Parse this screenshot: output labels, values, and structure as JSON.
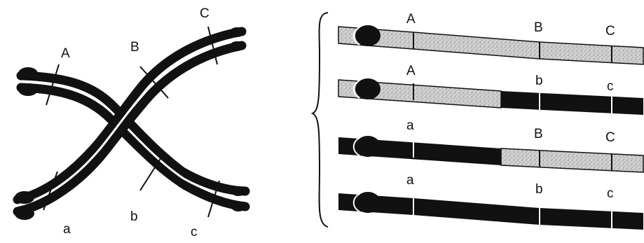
{
  "colors": {
    "dark": "#111111",
    "light_fill": "#d2d2d2",
    "light_fill_alt": "#c4c4c4"
  },
  "crossover": {
    "upper_labels": [
      "A",
      "B",
      "C"
    ],
    "lower_labels": [
      "a",
      "b",
      "c"
    ]
  },
  "chromatids": [
    {
      "labels": [
        "A",
        "B",
        "C"
      ],
      "segments": [
        "light",
        "light",
        "light"
      ]
    },
    {
      "labels": [
        "A",
        "b",
        "c"
      ],
      "segments": [
        "light",
        "light",
        "dark"
      ]
    },
    {
      "labels": [
        "a",
        "B",
        "C"
      ],
      "segments": [
        "dark",
        "dark",
        "light"
      ]
    },
    {
      "labels": [
        "a",
        "b",
        "c"
      ],
      "segments": [
        "dark",
        "dark",
        "dark"
      ]
    }
  ]
}
